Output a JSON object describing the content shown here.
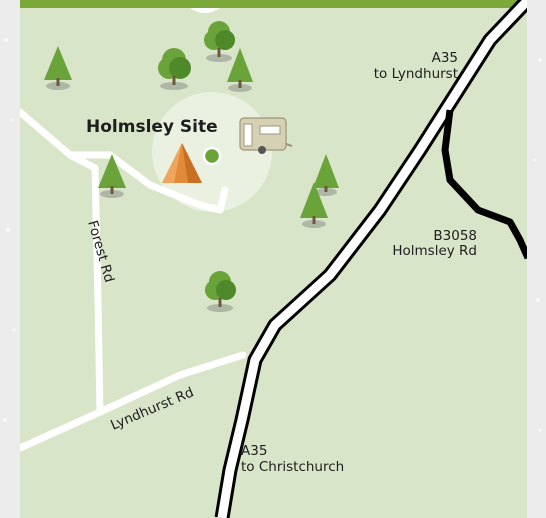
{
  "map": {
    "site_label": "Holmsley Site",
    "roads": {
      "a35_north_name": "A35",
      "a35_north_dest": "to Lyndhurst",
      "a35_south_name": "A35",
      "a35_south_dest": "to Christchurch",
      "b3058_name": "B3058",
      "b3058_street": "Holmsley Rd",
      "forest_rd": "Forest Rd",
      "lyndhurst_rd": "Lyndhurst Rd"
    },
    "colors": {
      "map_fill": "#d9e5c8",
      "top_band": "#7aa839",
      "tree_green": "#6aa33a",
      "tree_dark": "#4f8a2a",
      "road_black": "#000000",
      "road_white": "#ffffff",
      "site_marker": "#6aa33a",
      "tent_orange": "#e2893a",
      "caravan_beige": "#d6d0b4"
    },
    "icons": {
      "tent": "tent-icon",
      "caravan": "caravan-icon",
      "site_marker": "location-dot-icon",
      "tree": "tree-icon"
    }
  }
}
